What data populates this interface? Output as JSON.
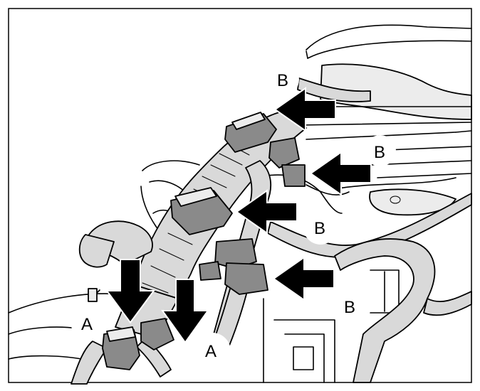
{
  "callouts": {
    "b_top": "B",
    "b_right_upper": "B",
    "b_middle": "B",
    "b_lower": "B",
    "a_left": "A",
    "a_right": "A"
  },
  "icons": {
    "removal_arrow_a": "down-arrow",
    "removal_arrow_b": "left-arrow"
  },
  "colors": {
    "ink": "#000000",
    "paper": "#ffffff",
    "harness_fill": "#d9d9d9",
    "connector_fill": "#8a8a8a"
  }
}
